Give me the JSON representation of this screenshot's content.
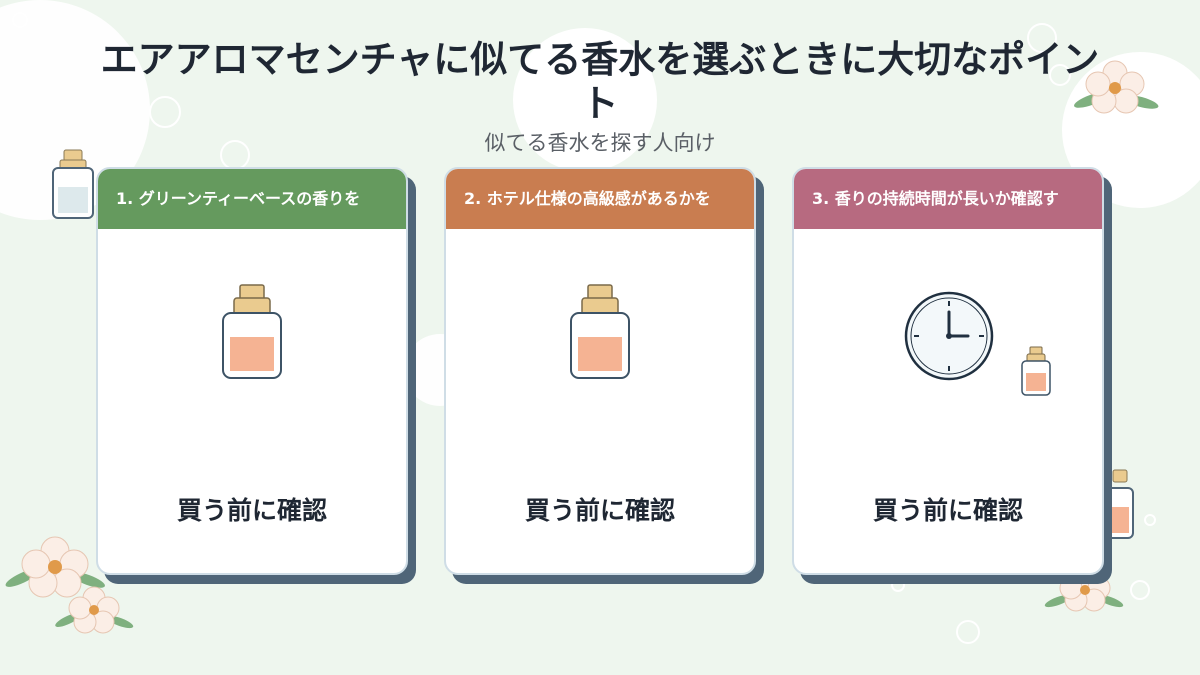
{
  "page": {
    "title": "エアアロマセンチャに似てる香水を選ぶときに大切なポイント",
    "subtitle": "似てる香水を探す人向け"
  },
  "cards": [
    {
      "header": "1. グリーンティーベースの香りを",
      "footer": "買う前に確認",
      "header_color": "#659a5e",
      "illustration": "perfume-bottle-icon"
    },
    {
      "header": "2. ホテル仕様の高級感があるかを",
      "footer": "買う前に確認",
      "header_color": "#c97d50",
      "illustration": "perfume-bottle-icon"
    },
    {
      "header": "3. 香りの持続時間が長いか確認す",
      "footer": "買う前に確認",
      "header_color": "#b76a80",
      "illustration": "clock-icon"
    }
  ],
  "colors": {
    "background": "#eef6ee",
    "card_shadow": "#4f6578",
    "bottle_liquid": "#f5b393",
    "bottle_cap": "#eacb8f",
    "flower_center": "#e09a4a"
  }
}
